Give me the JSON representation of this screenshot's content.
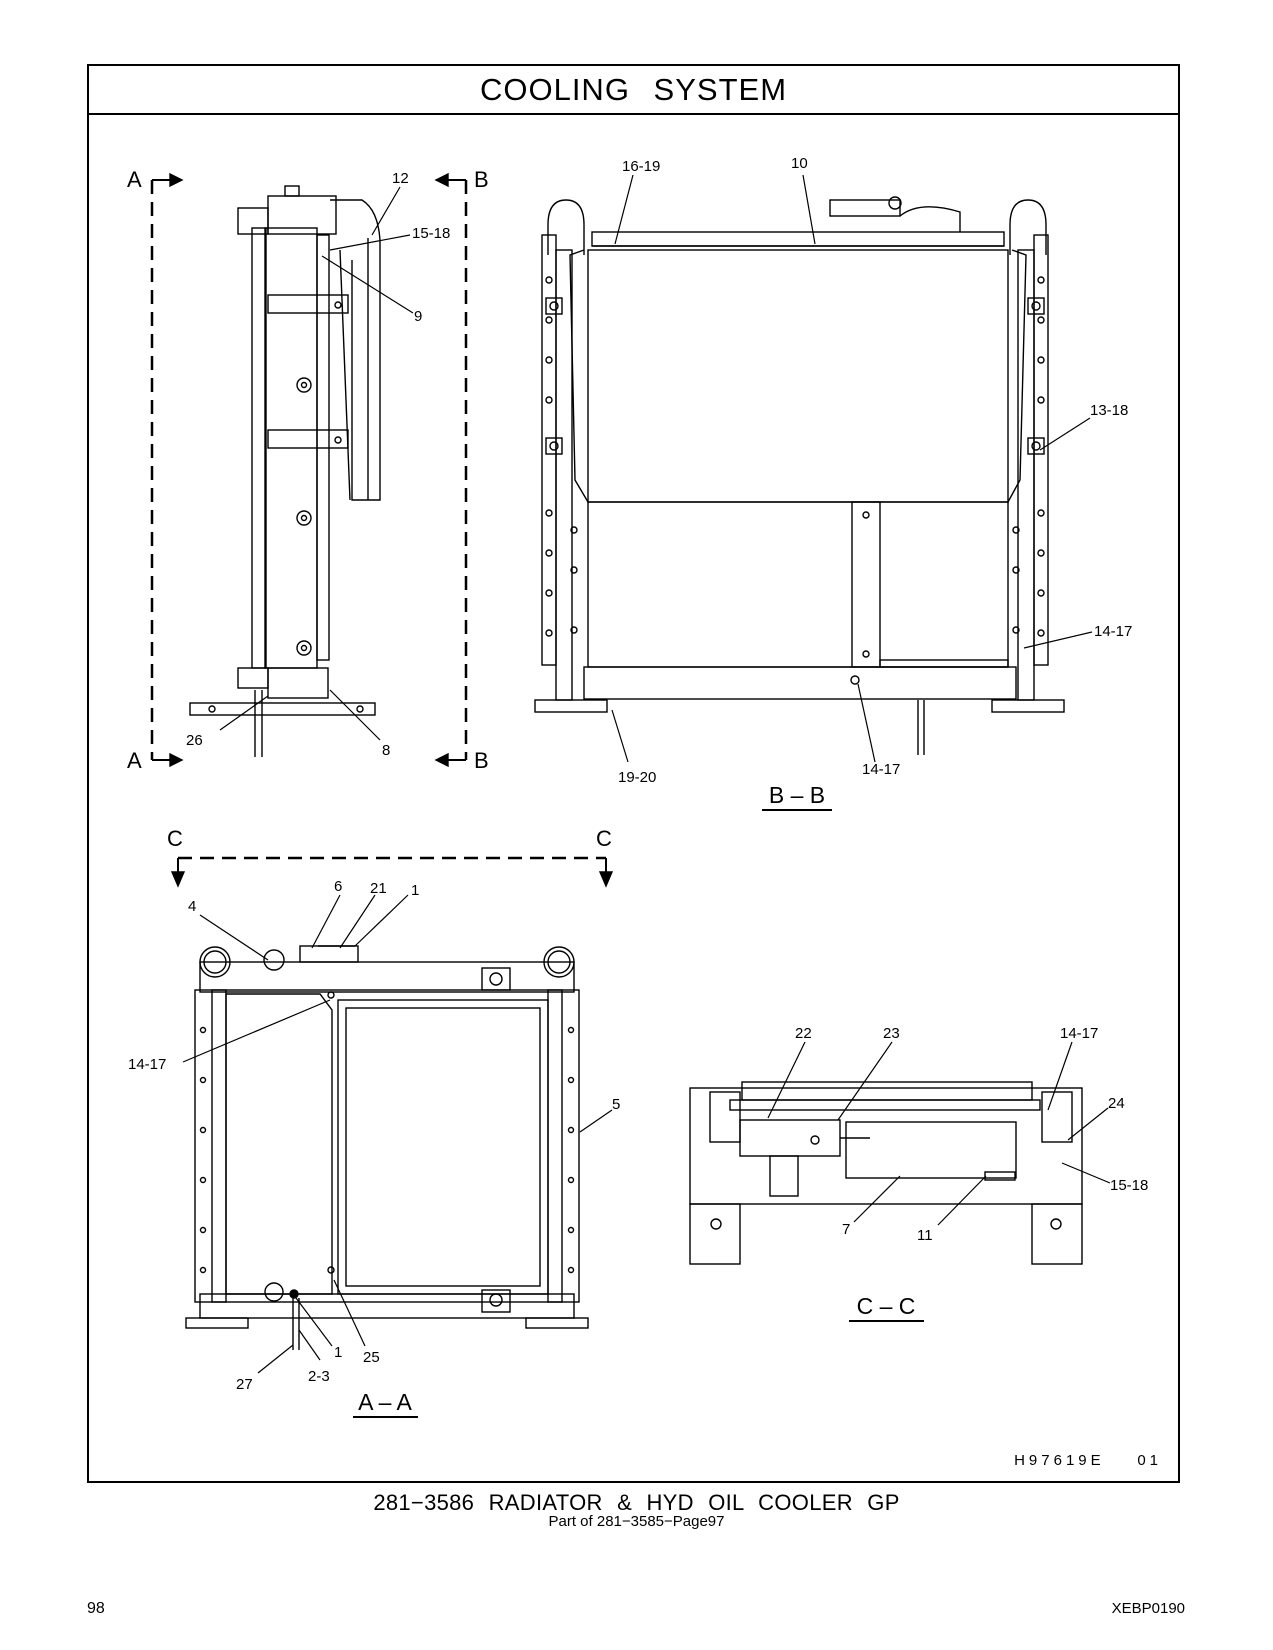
{
  "header": {
    "title": "COOLING SYSTEM"
  },
  "views": {
    "aa": {
      "section_label": "A – A",
      "markers": [
        "A",
        "A",
        "A",
        "A"
      ],
      "callouts": [
        "6",
        "21",
        "1",
        "4",
        "14-17",
        "5",
        "1",
        "25",
        "2-3",
        "27"
      ]
    },
    "side": {
      "callouts": [
        "12",
        "15-18",
        "9",
        "26",
        "8"
      ],
      "markers": [
        "A",
        "B",
        "A",
        "B"
      ]
    },
    "bb": {
      "section_label": "B – B",
      "callouts": [
        "16-19",
        "10",
        "13-18",
        "14-17",
        "19-20",
        "14-17"
      ]
    },
    "cc": {
      "section_label": "C – C",
      "markers": [
        "C",
        "C"
      ],
      "callouts": [
        "22",
        "23",
        "14-17",
        "24",
        "15-18",
        "7",
        "11"
      ]
    }
  },
  "drawing_id": "H97619E    01",
  "caption": {
    "main": "281−3586 RADIATOR & HYD OIL COOLER GP",
    "sub": "Part of 281−3585−Page97"
  },
  "footer": {
    "page_number": "98",
    "doc_id": "XEBP0190"
  }
}
